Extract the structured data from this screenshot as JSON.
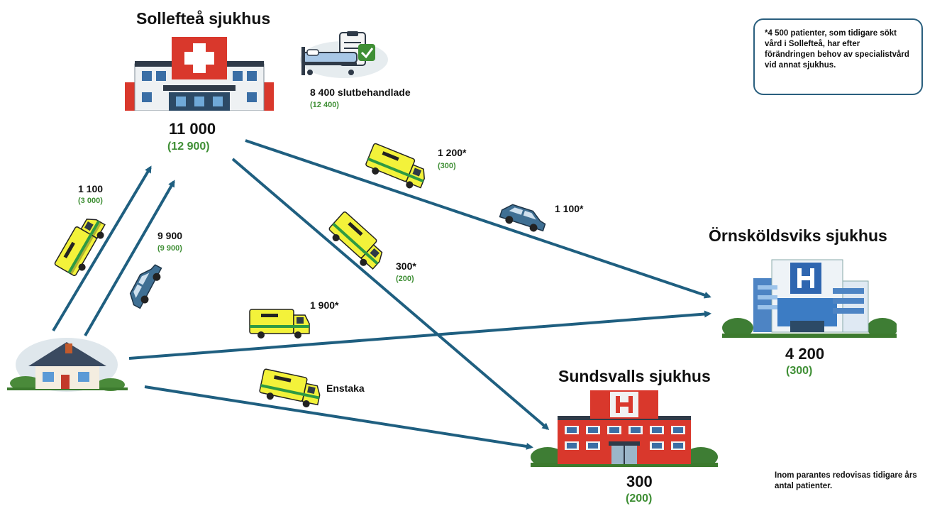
{
  "hospitals": {
    "solleftea": {
      "title": "Sollefteå sjukhus",
      "value": "11 000",
      "prev": "(12 900)"
    },
    "ornskoldsvik": {
      "title": "Örnsköldsviks sjukhus",
      "value": "4 200",
      "prev": "(300)"
    },
    "sundsvall": {
      "title": "Sundsvalls sjukhus",
      "value": "300",
      "prev": "(200)"
    }
  },
  "discharged": {
    "label": "8 400 slutbehandlade",
    "prev": "(12 400)"
  },
  "flows": {
    "home_ambulance_solleftea": {
      "value": "1 100",
      "prev": "(3 000)"
    },
    "home_car_solleftea": {
      "value": "9 900",
      "prev": "(9 900)"
    },
    "solleftea_ambulance_ornskoldsvik": {
      "value": "1 200*",
      "prev": "(300)"
    },
    "solleftea_car_ornskoldsvik": {
      "value": "1 100*"
    },
    "solleftea_ambulance_sundsvall": {
      "value": "300*",
      "prev": "(200)"
    },
    "home_ambulance_ornskoldsvik": {
      "value": "1 900*"
    },
    "home_ambulance_sundsvall": {
      "value": "Enstaka"
    }
  },
  "note": {
    "text": "*4 500 patienter, som tidigare sökt vård i Sollefteå, har efter förändringen behov av specialistvård vid annat sjukhus."
  },
  "footnote": {
    "text": "Inom parantes redovisas tidigare års antal patienter."
  },
  "colors": {
    "arrow": "#1f5f80",
    "green": "#3f8f35",
    "ambulance": "#f3f23a",
    "car": "#3f6f93",
    "red": "#d9382c"
  }
}
